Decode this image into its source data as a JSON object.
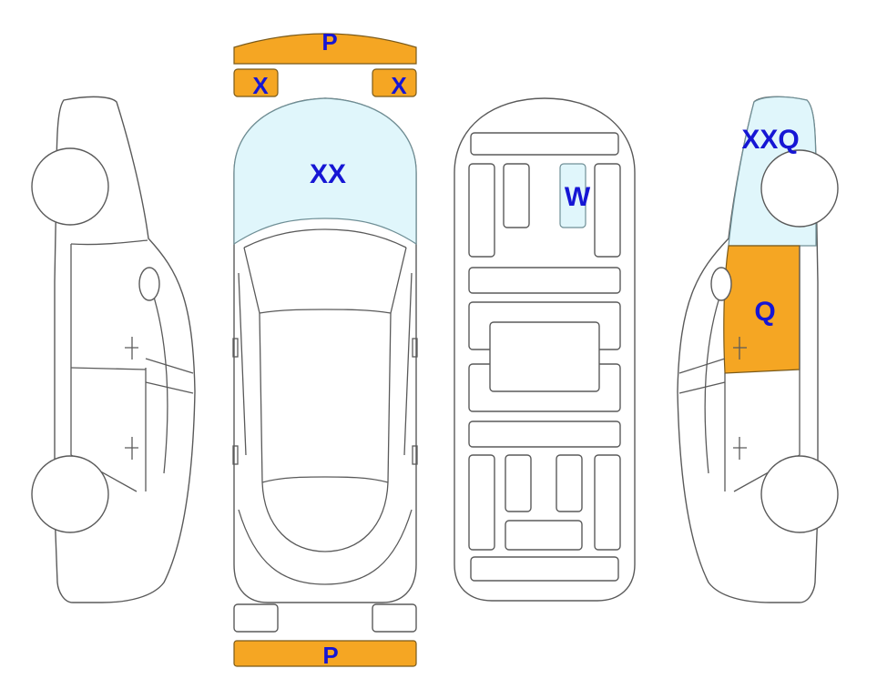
{
  "legend_colors": {
    "orange": "#f5a623",
    "light_blue": "#e0f6fb",
    "code_text": "#1616d4"
  },
  "damage_codes": {
    "front_bumper": "P",
    "front_left_light": "X",
    "front_right_light": "X",
    "hood": "XX",
    "roof_panel": "W",
    "right_front_fender": "XXQ",
    "right_front_door": "Q",
    "rear_bumper": "P"
  }
}
